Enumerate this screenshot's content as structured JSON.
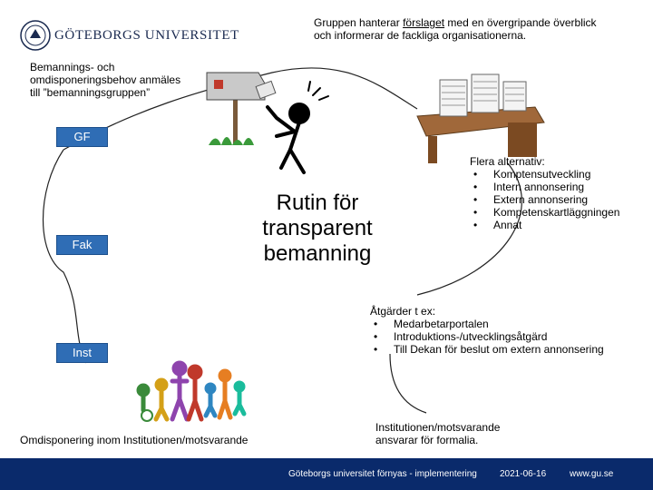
{
  "logo": {
    "text": "GÖTEBORGS UNIVERSITET"
  },
  "top_note": {
    "line1_before": "Gruppen hanterar ",
    "line1_underlined": "förslaget",
    "line1_after": " med en övergripande överblick",
    "line2": "och informerar de fackliga organisationerna."
  },
  "reporting_note": {
    "line1": "Bemannings- och",
    "line2": "omdisponeringsbehov anmäles",
    "line3": "till ”bemanningsgruppen”"
  },
  "labels": {
    "gf": "GF",
    "fak": "Fak",
    "inst": "Inst"
  },
  "center_title": {
    "line1": "Rutin för",
    "line2": "transparent",
    "line3": "bemanning"
  },
  "alternatives": {
    "heading": "Flera alternativ:",
    "items": [
      "Komptensutveckling",
      "Intern annonsering",
      "Extern annonsering",
      "Kompetenskartläggningen",
      "Annat"
    ]
  },
  "actions": {
    "heading": "Åtgärder t ex:",
    "items": [
      "Medarbetarportalen",
      "Introduktions-/utvecklingsåtgärd",
      "Till Dekan för beslut om extern annonsering"
    ]
  },
  "redeployment_note": "Omdisponering inom Institutionen/motsvarande",
  "responsibility_note": {
    "line1": "Institutionen/motsvarande",
    "line2": "ansvarar för formalia."
  },
  "footer": {
    "project": "Göteborgs universitet förnyas - implementering",
    "date": "2021-06-16",
    "url": "www.gu.se"
  },
  "colors": {
    "tag_blue": "#2f6db5",
    "footer_blue": "#0a2a6b",
    "desk_brown": "#8b5a2b"
  },
  "icons": [
    "university-seal-icon",
    "mailbox-icon",
    "stick-figure-icon",
    "desk-papers-icon",
    "people-group-icon"
  ]
}
